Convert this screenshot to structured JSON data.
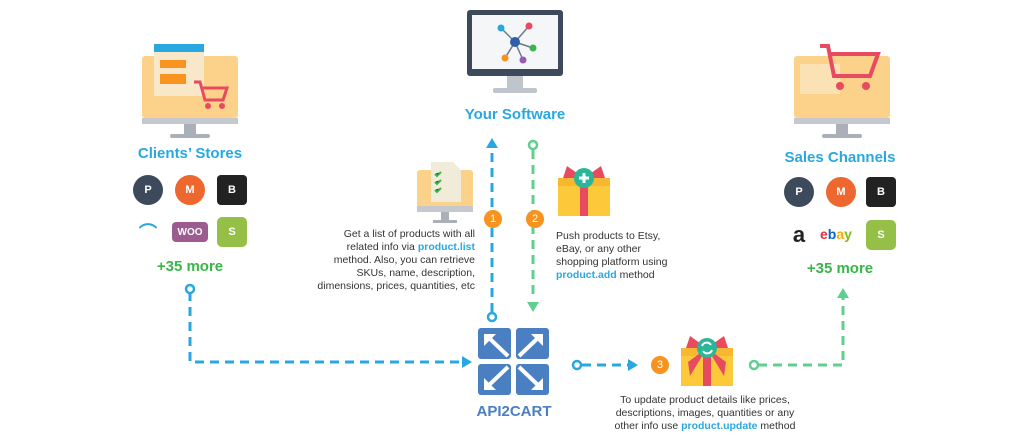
{
  "colors": {
    "blue": "#29a8e0",
    "green": "#3ab54a",
    "dash_green": "#5fcf8f",
    "orange": "#f7931e",
    "api2cart": "#4a7fc1"
  },
  "your_software": {
    "label": "Your Software",
    "icon": "monitor-network-icon"
  },
  "clients_stores": {
    "label": "Clients’ Stores",
    "icon": "monitor-store-cart-icon",
    "more": "+35 more",
    "logos": [
      "PrestaShop",
      "Magento",
      "BigCommerce",
      "OpenCart",
      "WooCommerce",
      "Shopify"
    ]
  },
  "sales_channels": {
    "label": "Sales Channels",
    "icon": "monitor-cart-icon",
    "more": "+35 more",
    "logos": [
      "PrestaShop",
      "Magento",
      "BigCommerce",
      "Amazon",
      "eBay",
      "Shopify"
    ]
  },
  "steps": [
    {
      "number": "1",
      "text_before": "Get a list of products with all related info via ",
      "method": "product.list",
      "text_after": " method. Also, you can retrieve SKUs, name, description, dimensions, prices, quantities, etc"
    },
    {
      "number": "2",
      "text_before": "Push products to Etsy, eBay, or any other shopping platform using ",
      "method": "product.add",
      "text_after": " method"
    },
    {
      "number": "3",
      "text_before": "To update product details like prices, descriptions, images, quantities or any other info use ",
      "method": "product.update",
      "text_after": " method"
    }
  ],
  "api2cart": {
    "label": "API2CART"
  }
}
